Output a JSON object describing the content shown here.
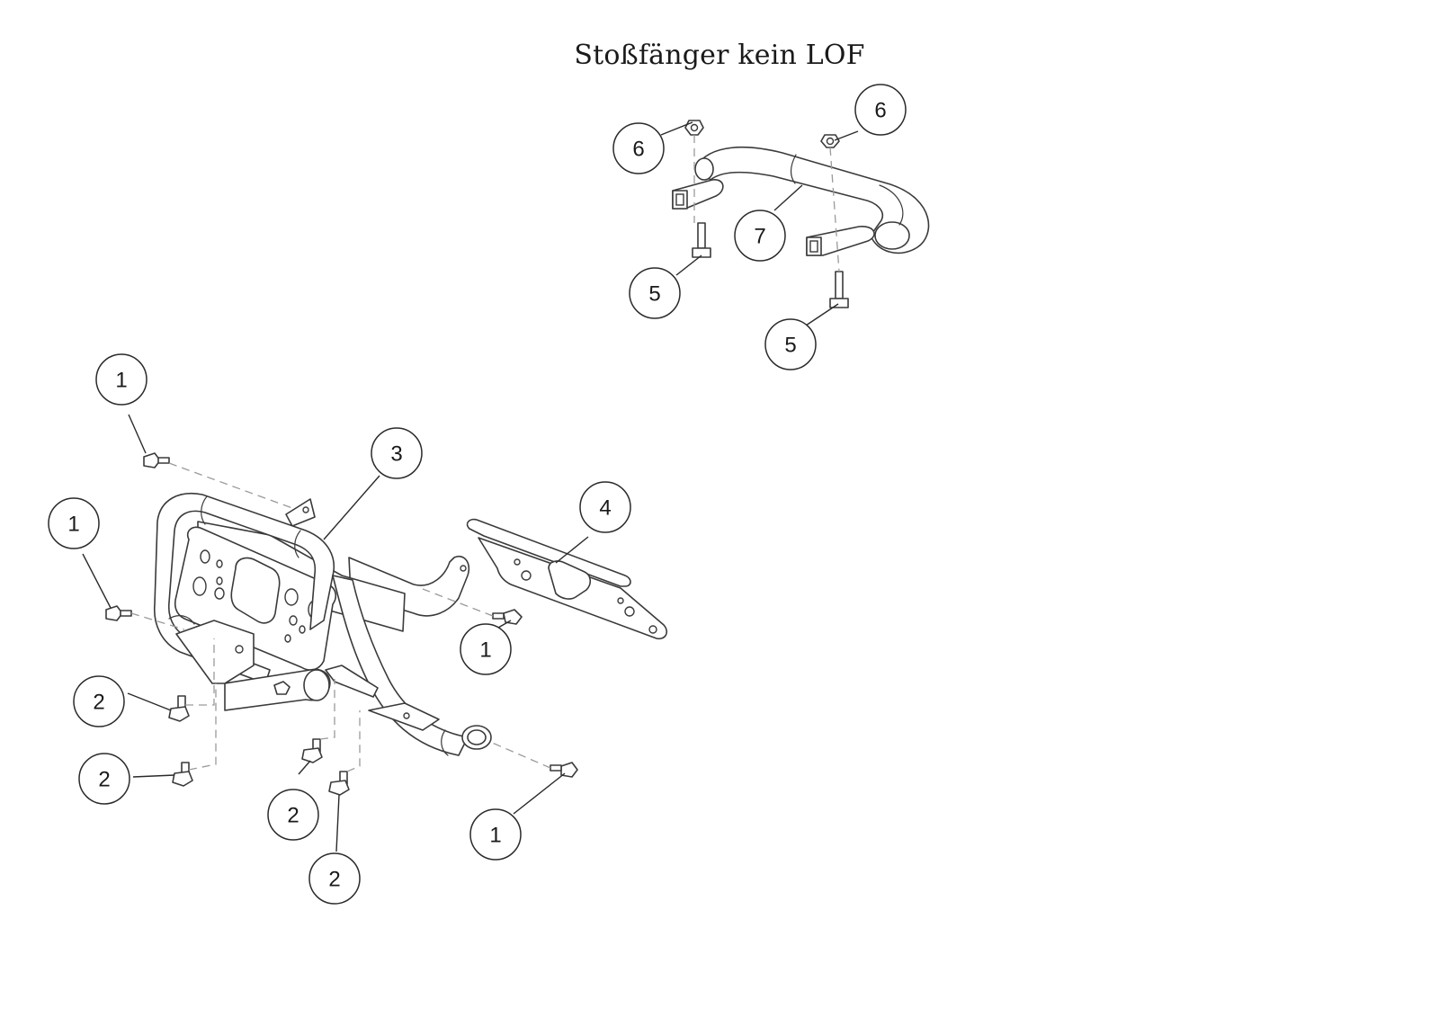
{
  "title": "Stoßfänger kein LOF",
  "callouts": [
    {
      "label": "6"
    },
    {
      "label": "6"
    },
    {
      "label": "7"
    },
    {
      "label": "5"
    },
    {
      "label": "5"
    },
    {
      "label": "1"
    },
    {
      "label": "3"
    },
    {
      "label": "1"
    },
    {
      "label": "4"
    },
    {
      "label": "1"
    },
    {
      "label": "2"
    },
    {
      "label": "2"
    },
    {
      "label": "2"
    },
    {
      "label": "2"
    },
    {
      "label": "1"
    }
  ]
}
